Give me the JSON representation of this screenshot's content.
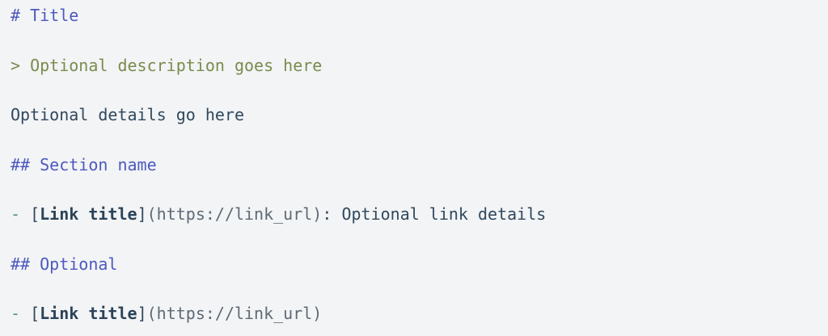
{
  "page": {
    "background_color": "#f2f4f6"
  },
  "colors": {
    "heading": "#4e59bd",
    "quote": "#7b8b4d",
    "text": "#31485c",
    "bullet": "#579468",
    "link_title": "#2c4357",
    "url": "#5f6a74"
  },
  "code_block": {
    "language": "markdown",
    "lines": [
      {
        "tokens": [
          {
            "text": "# Title",
            "style": "heading"
          }
        ]
      },
      {
        "tokens": []
      },
      {
        "tokens": [
          {
            "text": "> Optional description goes here",
            "style": "quote"
          }
        ]
      },
      {
        "tokens": []
      },
      {
        "tokens": [
          {
            "text": "Optional details go here",
            "style": "text"
          }
        ]
      },
      {
        "tokens": []
      },
      {
        "tokens": [
          {
            "text": "## Section name",
            "style": "heading"
          }
        ]
      },
      {
        "tokens": []
      },
      {
        "tokens": [
          {
            "text": "- ",
            "style": "bullet"
          },
          {
            "text": "[",
            "style": "text"
          },
          {
            "text": "Link title",
            "style": "link_title"
          },
          {
            "text": "]",
            "style": "text"
          },
          {
            "text": "(https://link_url)",
            "style": "url"
          },
          {
            "text": ": Optional link details",
            "style": "text"
          }
        ]
      },
      {
        "tokens": []
      },
      {
        "tokens": [
          {
            "text": "## Optional",
            "style": "heading"
          }
        ]
      },
      {
        "tokens": []
      },
      {
        "tokens": [
          {
            "text": "- ",
            "style": "bullet"
          },
          {
            "text": "[",
            "style": "text"
          },
          {
            "text": "Link title",
            "style": "link_title"
          },
          {
            "text": "]",
            "style": "text"
          },
          {
            "text": "(https://link_url)",
            "style": "url"
          }
        ]
      }
    ]
  }
}
